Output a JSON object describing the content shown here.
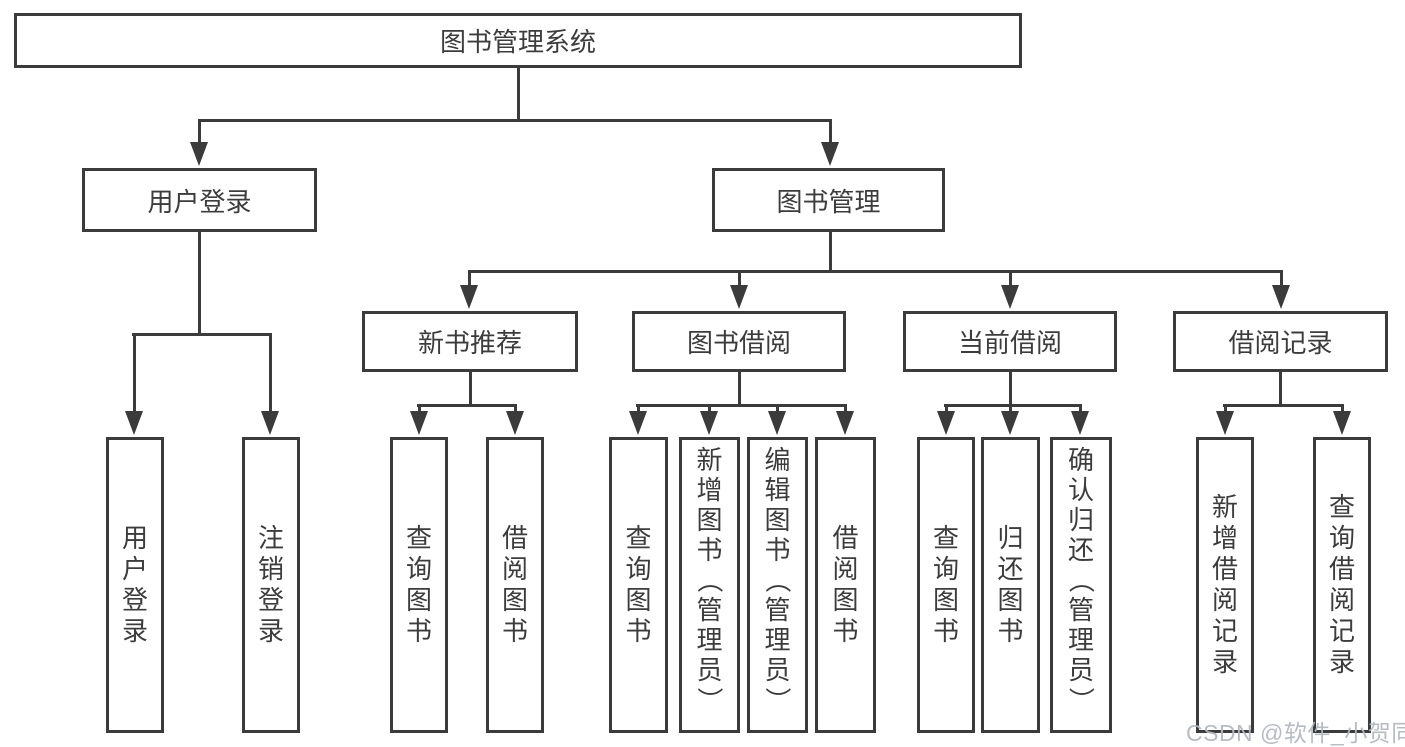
{
  "diagram": {
    "root": "图书管理系统",
    "user_branch": {
      "label": "用户登录",
      "children": [
        "用户登录",
        "注销登录"
      ]
    },
    "mgmt_branch": {
      "label": "图书管理",
      "groups": [
        {
          "label": "新书推荐",
          "children": [
            "查询图书",
            "借阅图书"
          ]
        },
        {
          "label": "图书借阅",
          "children": [
            "查询图书",
            "新增图书（管理员）",
            "编辑图书（管理员）",
            "借阅图书"
          ]
        },
        {
          "label": "当前借阅",
          "children": [
            "查询图书",
            "归还图书",
            "确认归还（管理员）"
          ]
        },
        {
          "label": "借阅记录",
          "children": [
            "新增借阅记录",
            "查询借阅记录"
          ]
        }
      ]
    }
  },
  "watermark": "CSDN @软件_小贺同学",
  "colors": {
    "line": "#3b3b3b",
    "text": "#3c3c3c",
    "watermark": "#b2b8bf"
  }
}
